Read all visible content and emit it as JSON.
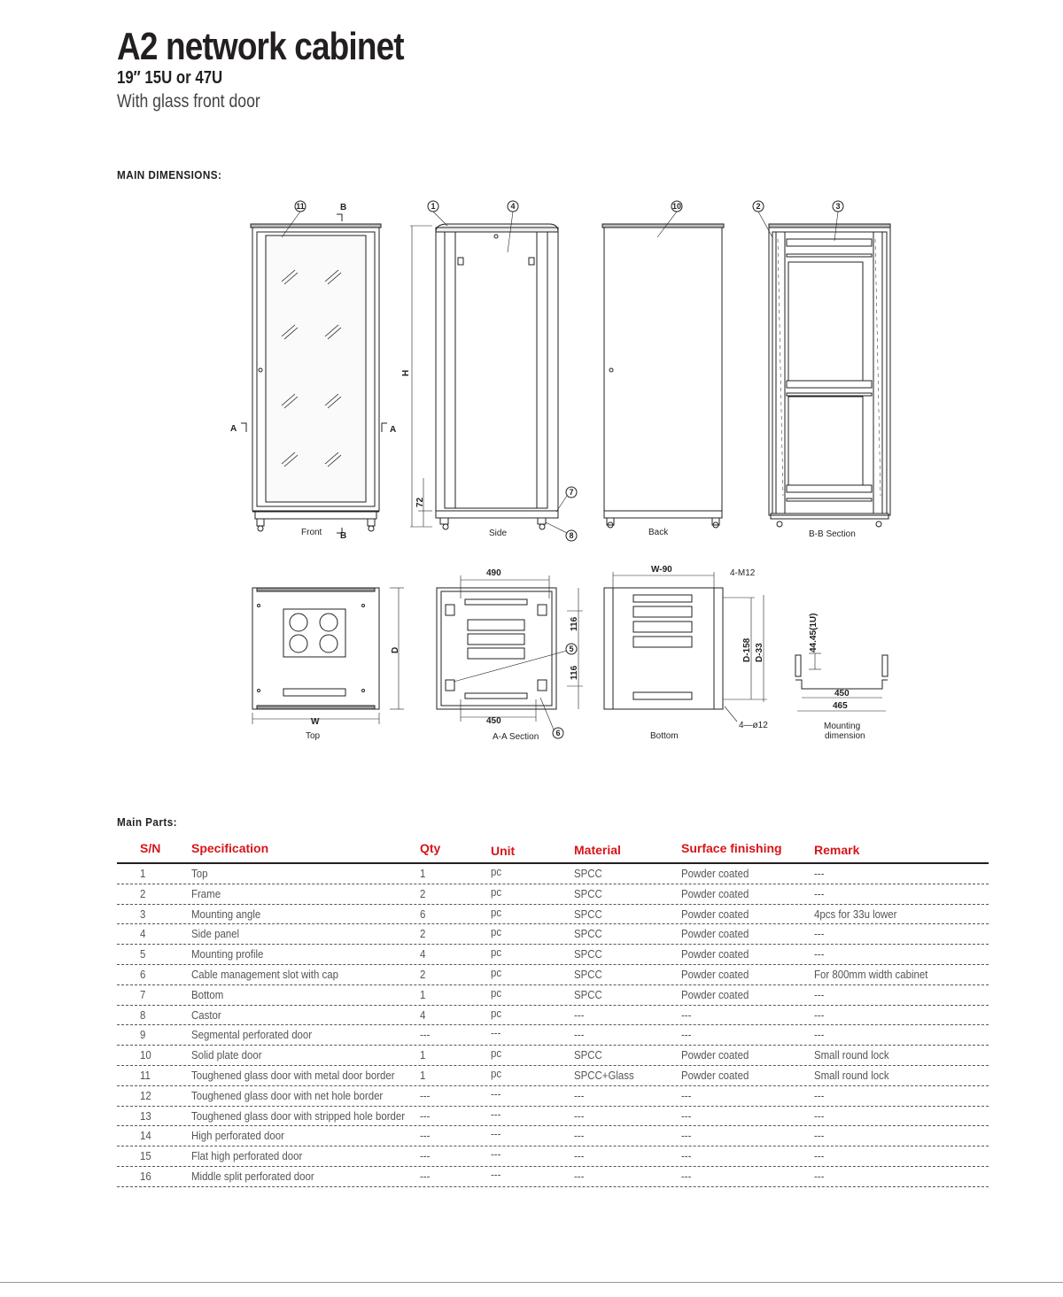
{
  "header": {
    "title": "A2 network cabinet",
    "subtitle": "19″ 15U or 47U",
    "subtitle2": "With glass front door"
  },
  "sections": {
    "dimensions_label": "MAIN DIMENSIONS:",
    "parts_label": "Main Parts:"
  },
  "drawing": {
    "callouts": [
      "1",
      "2",
      "3",
      "4",
      "5",
      "6",
      "7",
      "8",
      "10",
      "11"
    ],
    "section_markers": [
      "A",
      "A",
      "B",
      "B"
    ],
    "dimension_labels": {
      "h": "H",
      "h72": "72",
      "d": "D",
      "w": "W",
      "d490": "490",
      "d116a": "116",
      "d116b": "116",
      "d450": "450",
      "w90": "W-90",
      "m12": "4-M12",
      "d158": "D-158",
      "d33": "D-33",
      "hole12": "4—ø12",
      "u1": "44.45(1U)",
      "m450": "450",
      "m465": "465"
    },
    "view_labels": {
      "front": "Front",
      "side": "Side",
      "back": "Back",
      "bb": "B-B  Section",
      "top": "Top",
      "aa": "A-A  Section",
      "bottom": "Bottom",
      "mount1": "Mounting",
      "mount2": "dimension"
    }
  },
  "table": {
    "columns": [
      "S/N",
      "Specification",
      "Qty",
      "Unit",
      "Material",
      "Surface finishing",
      "Remark"
    ],
    "rows": [
      [
        "1",
        "Top",
        "1",
        "pc",
        "SPCC",
        "Powder coated",
        "---"
      ],
      [
        "2",
        "Frame",
        "2",
        "pc",
        "SPCC",
        "Powder coated",
        "---"
      ],
      [
        "3",
        "Mounting angle",
        "6",
        "pc",
        "SPCC",
        "Powder coated",
        "4pcs for 33u lower"
      ],
      [
        "4",
        "Side panel",
        "2",
        "pc",
        "SPCC",
        "Powder coated",
        "---"
      ],
      [
        "5",
        "Mounting profile",
        "4",
        "pc",
        "SPCC",
        "Powder coated",
        "---"
      ],
      [
        "6",
        "Cable management  slot with cap",
        "2",
        "pc",
        "SPCC",
        "Powder coated",
        "For 800mm width cabinet"
      ],
      [
        "7",
        "Bottom",
        "1",
        "pc",
        "SPCC",
        "Powder coated",
        "---"
      ],
      [
        "8",
        "Castor",
        "4",
        "pc",
        "---",
        "---",
        "---"
      ],
      [
        "9",
        "Segmental perforated door",
        "---",
        "---",
        "---",
        "---",
        "---"
      ],
      [
        "10",
        "Solid plate door",
        "1",
        "pc",
        "SPCC",
        "Powder coated",
        "Small round lock"
      ],
      [
        "11",
        "Toughened glass door with metal door border",
        "1",
        "pc",
        "SPCC+Glass",
        "Powder coated",
        "Small round lock"
      ],
      [
        "12",
        "Toughened glass door with net hole border",
        "---",
        "---",
        "---",
        "---",
        "---"
      ],
      [
        "13",
        "Toughened glass door with stripped hole border",
        "---",
        "---",
        "---",
        "---",
        "---"
      ],
      [
        "14",
        "High perforated door",
        "---",
        "---",
        "---",
        "---",
        "---"
      ],
      [
        "15",
        "Flat high perforated door",
        "---",
        "---",
        "---",
        "---",
        "---"
      ],
      [
        "16",
        "Middle split perforated door",
        "---",
        "---",
        "---",
        "---",
        "---"
      ]
    ]
  }
}
